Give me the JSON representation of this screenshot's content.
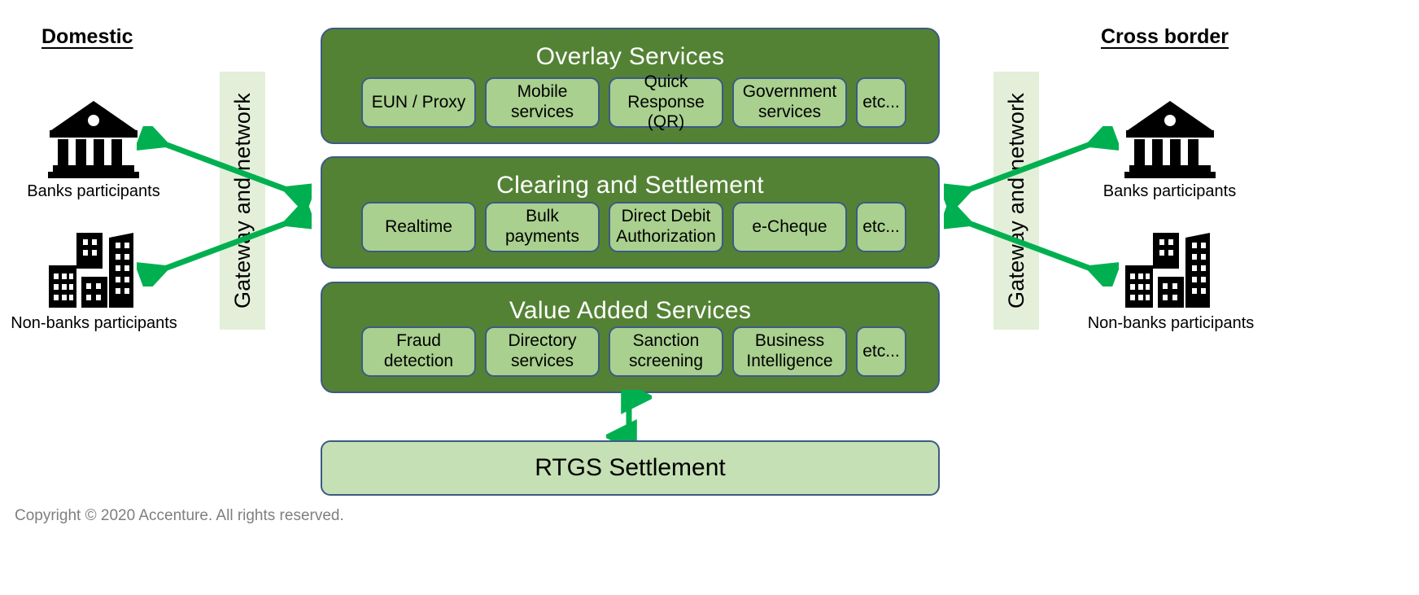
{
  "headings": {
    "domestic": "Domestic",
    "cross_border": "Cross border"
  },
  "gateway": {
    "domestic_label": "Gateway and network",
    "cross_border_label": "Gateway and network"
  },
  "participants": {
    "domestic": [
      {
        "icon": "bank-icon",
        "caption": "Banks participants"
      },
      {
        "icon": "buildings-icon",
        "caption": "Non-banks participants"
      }
    ],
    "cross_border": [
      {
        "icon": "bank-icon",
        "caption": "Banks participants"
      },
      {
        "icon": "buildings-icon",
        "caption": "Non-banks participants"
      }
    ]
  },
  "layers": [
    {
      "title": "Overlay  Services",
      "chips": [
        "EUN / Proxy",
        "Mobile services",
        "Quick Response (QR)",
        "Government services",
        "etc..."
      ]
    },
    {
      "title": "Clearing and Settlement",
      "chips": [
        "Realtime",
        "Bulk payments",
        "Direct Debit Authorization",
        "e-Cheque",
        "etc..."
      ]
    },
    {
      "title": "Value Added Services",
      "chips": [
        "Fraud detection",
        "Directory services",
        "Sanction screening",
        "Business Intelligence",
        "etc..."
      ]
    }
  ],
  "settlement": {
    "label": "RTGS Settlement"
  },
  "footer": {
    "copyright": "Copyright © 2020 Accenture. All rights reserved."
  },
  "colors": {
    "panel_green": "#548235",
    "chip_green": "#A9D08E",
    "gateway_band": "#E3EFD9",
    "rtgs_green": "#C5E0B4",
    "border_blue": "#3C5A84",
    "arrow_green": "#00B050",
    "footer_grey": "#7F7F7F"
  }
}
